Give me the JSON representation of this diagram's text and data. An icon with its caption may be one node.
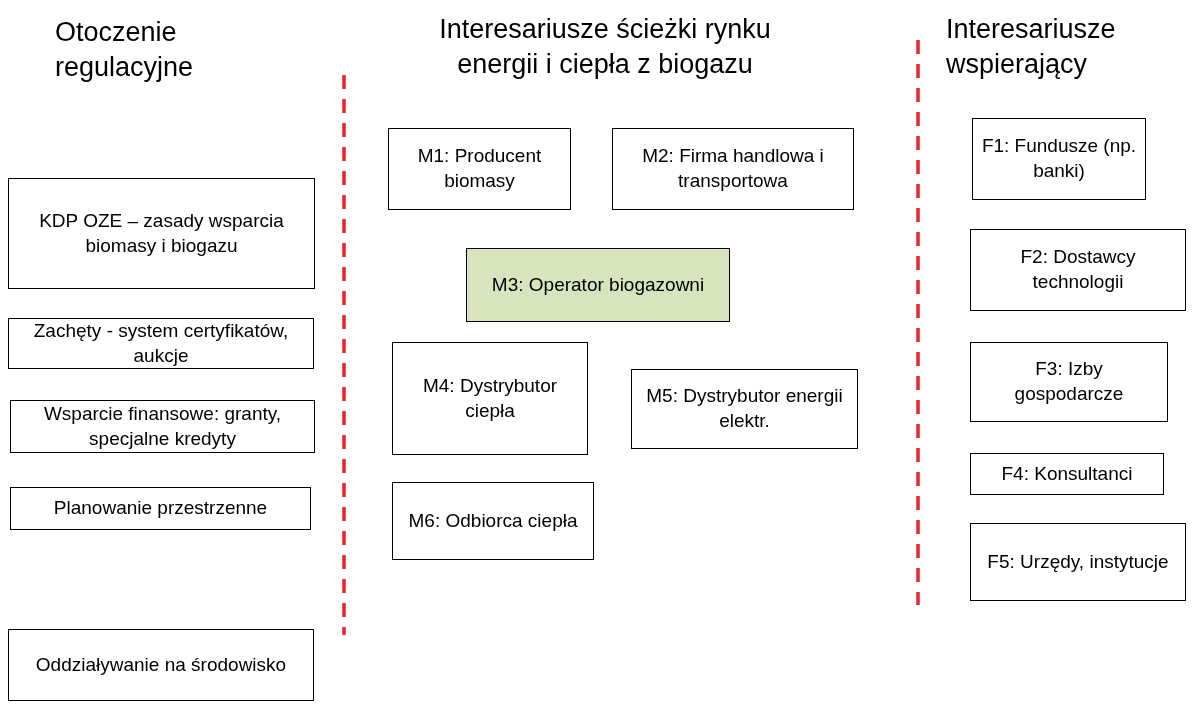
{
  "diagram": {
    "nodes": [
      {
        "text": [
          "KDP OZE – zasady wsparcia biomasy i biogazu"
        ]
      },
      {
        "text": [
          "Zachęty - system certyfikatów, aukcje"
        ]
      },
      {
        "text": [
          "Wsparcie finansowe: granty, specjalne kredyty"
        ]
      },
      {
        "text": [
          "Planowanie przestrzenne"
        ]
      },
      {
        "text": [
          "Oddziaływanie na środowisko"
        ]
      },
      {
        "text": [
          "M1: Producent biomasy"
        ]
      },
      {
        "text": [
          "M2: Firma handlowa i transportowa"
        ]
      },
      {
        "text": [
          "M3: Operator biogazowni"
        ]
      },
      {
        "text": [
          "M4: Dystrybutor ciepła"
        ]
      },
      {
        "text": [
          "M5: Dystrybutor energii elektr."
        ]
      },
      {
        "text": [
          "M6: Odbiorca ciepła"
        ]
      },
      {
        "text": [
          "F1: Fundusze (np. banki)"
        ]
      },
      {
        "text": [
          "F2: Dostawcy technologii"
        ]
      },
      {
        "text": [
          "F3: Izby gospodarcze"
        ]
      },
      {
        "text": [
          "F4: Konsultanci"
        ]
      },
      {
        "text": [
          "F5: Urzędy, instytucje"
        ]
      }
    ],
    "labels": [
      "Otoczenie regulacyjne",
      "Interesariusze ścieżki rynku energii i ciepła z biogazu",
      "Interesariusze wspierający"
    ]
  }
}
